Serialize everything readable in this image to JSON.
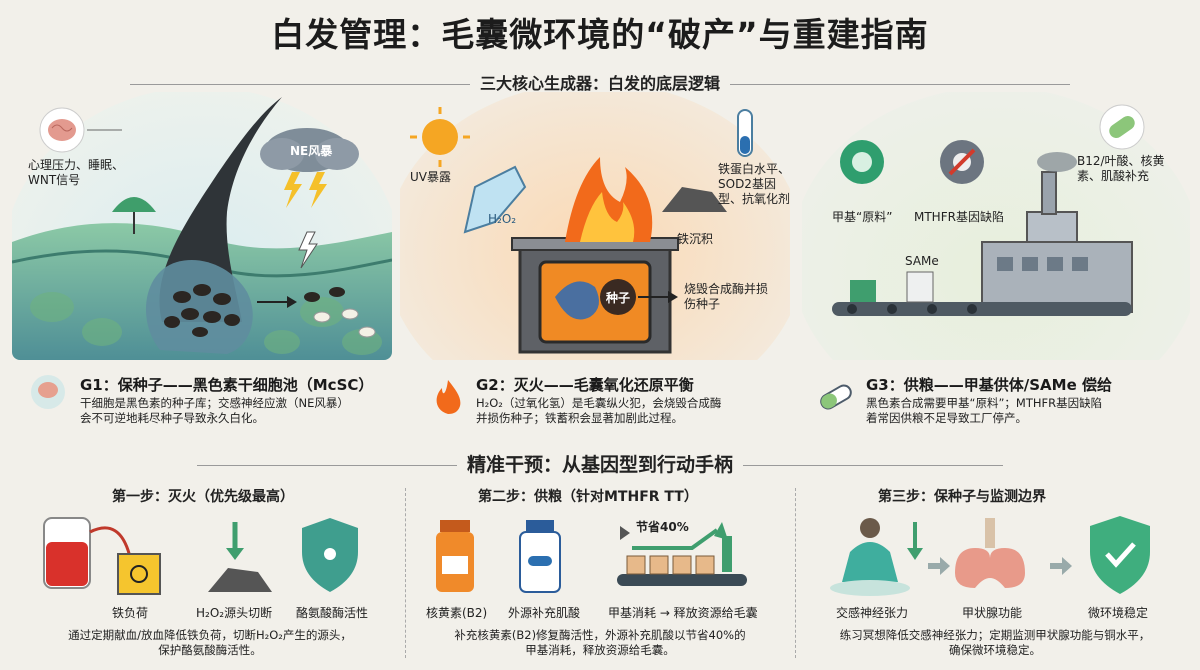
{
  "title": "白发管理：毛囊微环境的“破产”与重建指南",
  "section1_title": "三大核心生成器：白发的底层逻辑",
  "panel1": {
    "stress_label": "心理压力、睡眠、WNT信号",
    "cloud_label": "NE风暴",
    "g_title": "G1：保种子——黑色素干细胞池（McSC）",
    "g_desc1": "干细胞是黑色素的种子库；交感神经应激（NE风暴）",
    "g_desc2": "会不可逆地耗尽种子导致永久白化。"
  },
  "panel2": {
    "uv_label": "UV暴露",
    "flask_label": "H₂O₂",
    "iron_label": "铁蛋白水平、SOD2基因型、抗氧化剂",
    "deposit_label": "铁沉积",
    "seed_label": "种子",
    "burn_label": "烧毁合成酶并损伤种子",
    "g_title": "G2：灭火——毛囊氧化还原平衡",
    "g_desc1": "H₂O₂（过氧化氢）是毛囊纵火犯，会烧毁合成酶",
    "g_desc2": "并损伤种子；铁蓄积会显著加剧此过程。"
  },
  "panel3": {
    "b12_label": "B12/叶酸、核黄素、肌酸补充",
    "methyl_label": "甲基“原料”",
    "mthfr_label": "MTHFR基因缺陷",
    "same_label": "SAMe",
    "g_title": "G3：供粮——甲基供体/SAMe 偿给",
    "g_desc1": "黑色素合成需要甲基“原料”；MTHFR基因缺陷",
    "g_desc2": "着常因供粮不足导致工厂停产。"
  },
  "section2_title": "精准干预：从基因型到行动手柄",
  "step1": {
    "title": "第一步：灭火（优先级最高）",
    "cap1": "铁负荷",
    "cap2": "H₂O₂源头切断",
    "cap3": "酪氨酸酶活性",
    "desc1": "通过定期献血/放血降低铁负荷，切断H₂O₂产生的源头，",
    "desc2": "保护酪氨酸酶活性。"
  },
  "step2": {
    "title": "第二步：供粮（针对MTHFR TT）",
    "cap1": "核黄素(B2)",
    "cap2": "外源补充肌酸",
    "cap3": "甲基消耗 → 释放资源给毛囊",
    "save_label": "节省40%",
    "desc1": "补充核黄素(B2)修复酶活性，外源补充肌酸以节省40%的",
    "desc2": "甲基消耗，释放资源给毛囊。"
  },
  "step3": {
    "title": "第三步：保种子与监测边界",
    "cap1": "交感神经张力",
    "cap2": "甲状腺功能",
    "cap3": "微环境稳定",
    "desc1": "练习冥想降低交感神经张力；定期监测甲状腺功能与铜水平，",
    "desc2": "确保微环境稳定。"
  },
  "colors": {
    "bg": "#f2f0ea",
    "green": "#5aa86a",
    "fire": "#f27b1e",
    "teal": "#3f9e8e"
  }
}
